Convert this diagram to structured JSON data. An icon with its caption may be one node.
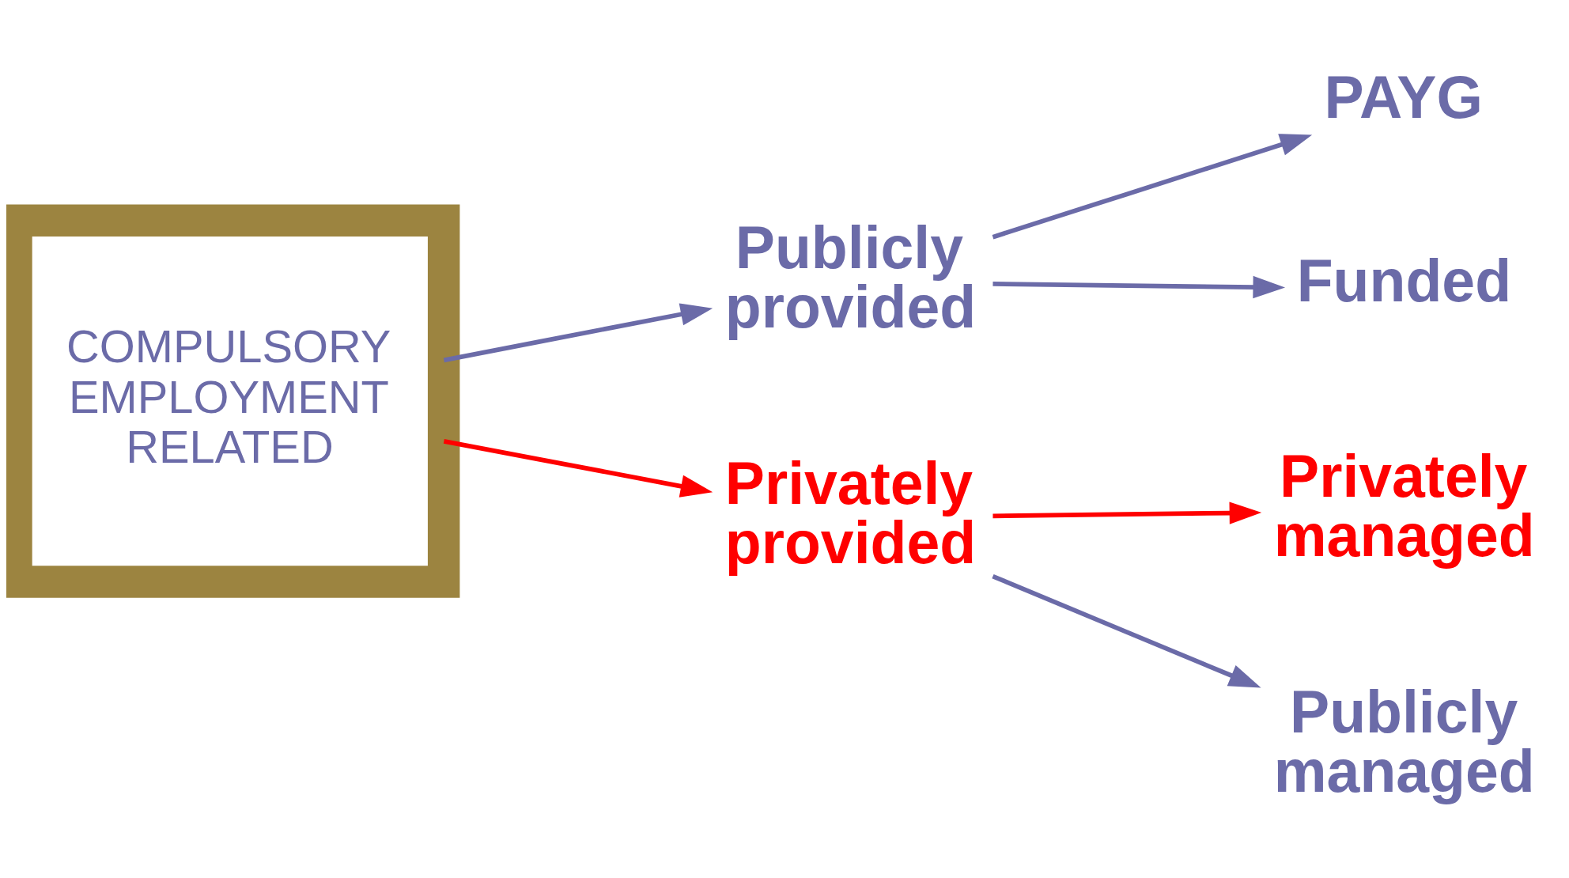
{
  "diagram": {
    "nodes": [
      {
        "text": [
          "COMPULSORY EMPLOYMENT RELATED"
        ]
      },
      {
        "text": [
          "Publicly provided"
        ]
      },
      {
        "text": [
          "Privately provided"
        ]
      },
      {
        "text": [
          "PAYG"
        ]
      },
      {
        "text": [
          "Funded"
        ]
      },
      {
        "text": [
          "Privately managed"
        ]
      },
      {
        "text": [
          "Publicly managed"
        ]
      }
    ],
    "edges": [
      {
        "from": 0,
        "to": 1,
        "arrow": "to"
      },
      {
        "from": 0,
        "to": 2,
        "arrow": "to",
        "color": "#ff0000"
      },
      {
        "from": 1,
        "to": 3,
        "arrow": "to"
      },
      {
        "from": 1,
        "to": 4,
        "arrow": "to"
      },
      {
        "from": 2,
        "to": 5,
        "arrow": "to",
        "color": "#ff0000"
      },
      {
        "from": 2,
        "to": 6,
        "arrow": "to"
      }
    ]
  }
}
